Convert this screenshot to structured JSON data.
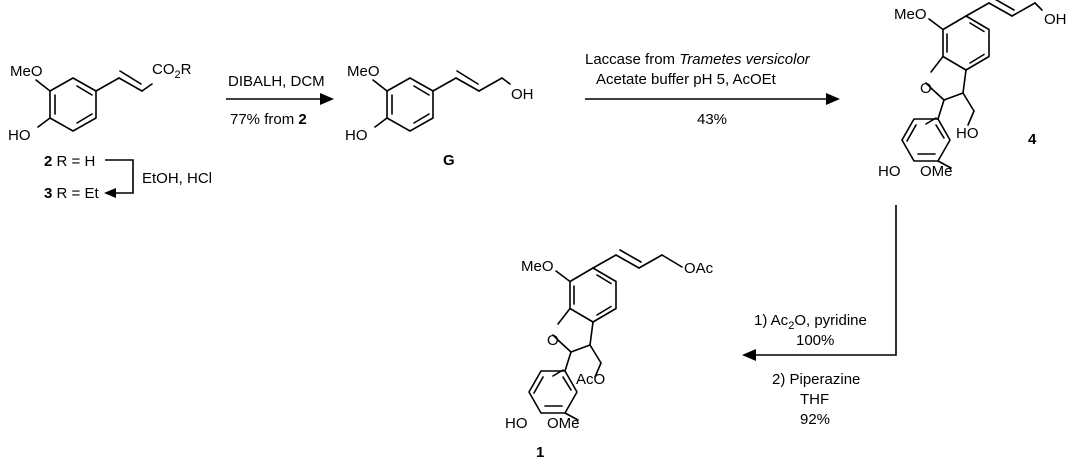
{
  "compound_2_3": {
    "ome": "MeO",
    "oh": "HO",
    "ester_co": "CO",
    "ester_sub": "2",
    "ester_r": "R",
    "label2_num": "2",
    "label2_text": " R = H",
    "label3_num": "3",
    "label3_text": " R = Et"
  },
  "step_esterification": {
    "reagents": "EtOH, HCl"
  },
  "step_reduction": {
    "reagents": "DIBALH, DCM",
    "yield_text": "77% from ",
    "yield_ref": "2"
  },
  "compound_G": {
    "ome": "MeO",
    "oh_ring": "HO",
    "oh_chain": "OH",
    "label": "G"
  },
  "step_laccase": {
    "line1_prefix": "Laccase from ",
    "line1_italic": "Trametes versicolor",
    "line2": "Acetate buffer pH 5, AcOEt",
    "yield": "43%"
  },
  "compound_4": {
    "ome_top": "MeO",
    "oh_chain": "OH",
    "ring_o": "O",
    "ho_ch2": "HO",
    "ho_aryl": "HO",
    "ome_aryl": "OMe",
    "label": "4"
  },
  "step_acetylation": {
    "step1_a": "1) Ac",
    "step1_sub": "2",
    "step1_b": "O, pyridine",
    "step1_yield": "100%",
    "step2": "2) Piperazine",
    "step2_solvent": "THF",
    "step2_yield": "92%"
  },
  "compound_1": {
    "ome_top": "MeO",
    "oac_chain": "OAc",
    "ring_o": "O",
    "aco_ch2": "AcO",
    "ho_aryl": "HO",
    "ome_aryl": "OMe",
    "label": "1"
  }
}
